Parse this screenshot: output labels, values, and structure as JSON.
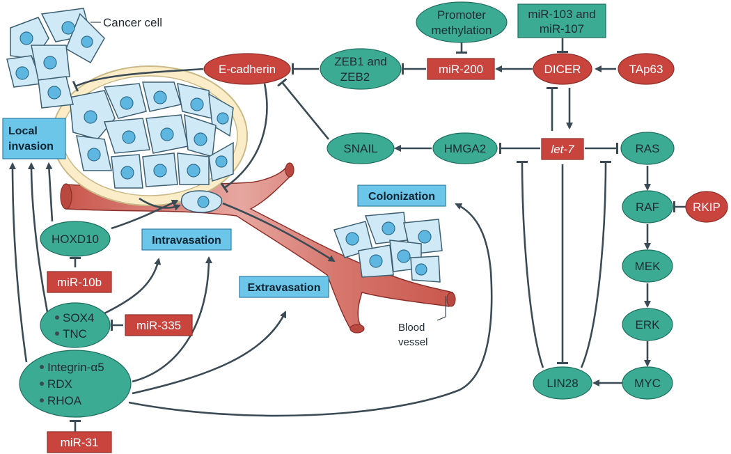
{
  "colors": {
    "teal": "#3bab94",
    "red": "#c8443c",
    "blue_box": "#6cc6ea",
    "arrow": "#3b4b55",
    "cell_fill": "#cfe9f6",
    "vessel": "#c9574d"
  },
  "labels": {
    "cancer_cell": "Cancer cell",
    "blood_vessel_1": "Blood",
    "blood_vessel_2": "vessel"
  },
  "stages": {
    "local_invasion_1": "Local",
    "local_invasion_2": "invasion",
    "intravasation": "Intravasation",
    "extravasation": "Extravasation",
    "colonization": "Colonization"
  },
  "nodes": {
    "promoter_methylation_1": "Promoter",
    "promoter_methylation_2": "methylation",
    "mir103_1": "miR-103 and",
    "mir103_2": "miR-107",
    "e_cadherin": "E-cadherin",
    "zeb_1": "ZEB1 and",
    "zeb_2": "ZEB2",
    "mir200": "miR-200",
    "dicer": "DICER",
    "tap63": "TAp63",
    "snail": "SNAIL",
    "hmga2": "HMGA2",
    "let7": "let-7",
    "ras": "RAS",
    "raf": "RAF",
    "rkip": "RKIP",
    "mek": "MEK",
    "erk": "ERK",
    "myc": "MYC",
    "lin28": "LIN28",
    "hoxd10": "HOXD10",
    "mir10b": "miR-10b",
    "sox4": "SOX4",
    "tnc": "TNC",
    "mir335": "miR-335",
    "integrin": "Integrin-α5",
    "rdx": "RDX",
    "rhoa": "RHOA",
    "mir31": "miR-31"
  }
}
